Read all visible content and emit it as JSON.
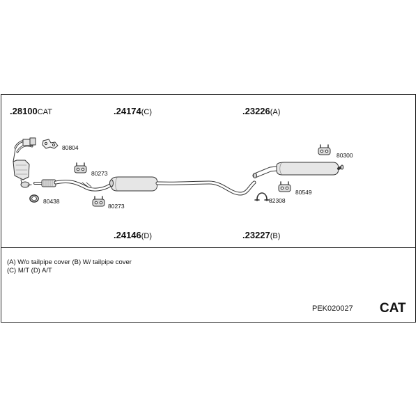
{
  "parts_top": {
    "p28100": {
      "number": ".28100",
      "suffix": "CAT"
    },
    "p24174": {
      "number": ".24174",
      "suffix": "(C)"
    },
    "p23226": {
      "number": ".23226",
      "suffix": "(A)"
    }
  },
  "parts_bottom": {
    "p24146": {
      "number": ".24146",
      "suffix": "(D)"
    },
    "p23227": {
      "number": ".23227",
      "suffix": "(B)"
    }
  },
  "small_parts": {
    "a": "80804",
    "b": "80273",
    "c": "80438",
    "d": "80273",
    "e": "80300",
    "f": "80549",
    "g": "82308"
  },
  "legend": {
    "line1": "(A) W/o tailpipe cover (B) W/ tailpipe cover",
    "line2": "(C) M/T (D) A/T"
  },
  "kit": {
    "code": "PEK020027",
    "tag": "CAT"
  }
}
